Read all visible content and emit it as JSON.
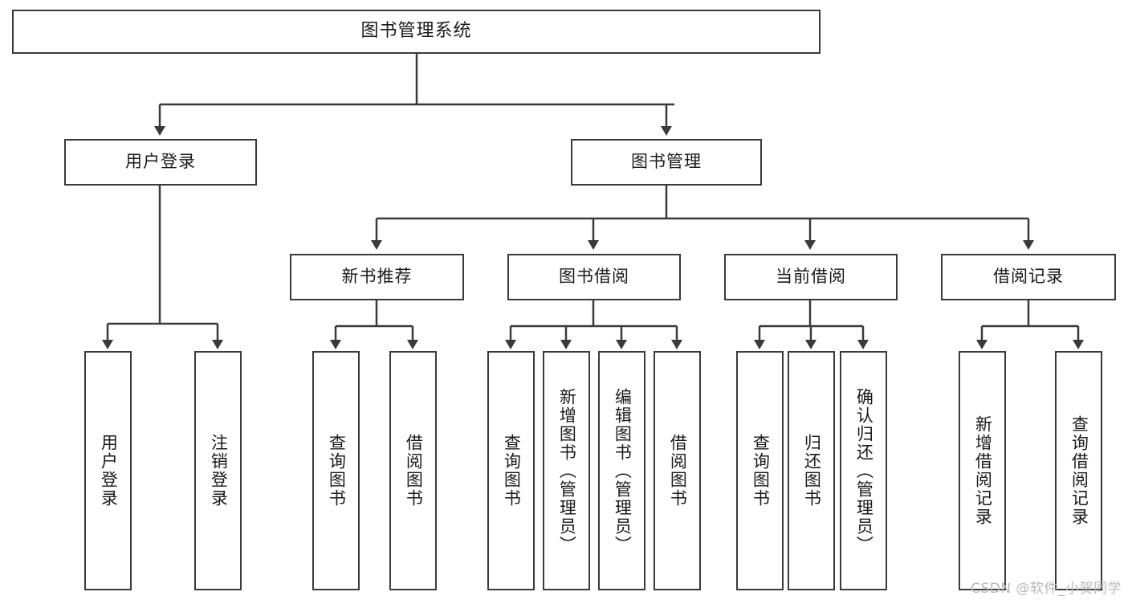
{
  "diagram": {
    "type": "tree",
    "title": "图书管理系统",
    "stroke_color": "#3a3a3a",
    "box_fill": "#ffffff",
    "text_color": "#1a1a1a",
    "levels": 4,
    "root": {
      "label": "图书管理系统",
      "children": [
        {
          "label": "用户登录",
          "children": [
            {
              "label": "用户登录"
            },
            {
              "label": "注销登录"
            }
          ]
        },
        {
          "label": "图书管理",
          "children": [
            {
              "label": "新书推荐",
              "children": [
                {
                  "label": "查询图书"
                },
                {
                  "label": "借阅图书"
                }
              ]
            },
            {
              "label": "图书借阅",
              "children": [
                {
                  "label": "查询图书"
                },
                {
                  "label": "新增图书（管理员）"
                },
                {
                  "label": "编辑图书（管理员）"
                },
                {
                  "label": "借阅图书"
                }
              ]
            },
            {
              "label": "当前借阅",
              "children": [
                {
                  "label": "查询图书"
                },
                {
                  "label": "归还图书"
                },
                {
                  "label": "确认归还（管理员）"
                }
              ]
            },
            {
              "label": "借阅记录",
              "children": [
                {
                  "label": "新增借阅记录"
                },
                {
                  "label": "查询借阅记录"
                }
              ]
            }
          ]
        }
      ]
    }
  },
  "nodes": {
    "root": "图书管理系统",
    "user_login": "用户登录",
    "book_manage": "图书管理",
    "new_book_rec": "新书推荐",
    "book_borrow": "图书借阅",
    "current_borrow": "当前借阅",
    "borrow_record": "借阅记录",
    "leaf_user_login": "用户登录",
    "leaf_logout": "注销登录",
    "leaf_query_book_1": "查询图书",
    "leaf_borrow_book_1": "借阅图书",
    "leaf_query_book_2": "查询图书",
    "leaf_add_book_admin": "新增图书（管理员）",
    "leaf_edit_book_admin": "编辑图书（管理员）",
    "leaf_borrow_book_2": "借阅图书",
    "leaf_query_book_3": "查询图书",
    "leaf_return_book": "归还图书",
    "leaf_confirm_return_admin": "确认归还（管理员）",
    "leaf_add_record": "新增借阅记录",
    "leaf_query_record": "查询借阅记录"
  },
  "watermark": {
    "text": "CSDN @软件_小贺同学",
    "color": "#b9b9b9"
  }
}
